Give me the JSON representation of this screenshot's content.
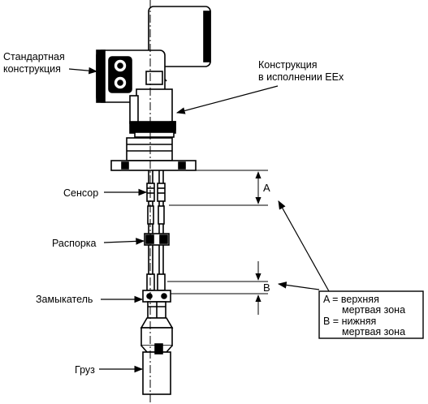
{
  "labels": {
    "standard_line1": "Стандартная",
    "standard_line2": "конструкция",
    "eex_line1": "Конструкция",
    "eex_line2": "в исполнении EEx",
    "sensor": "Сенсор",
    "spacer": "Распорка",
    "closer": "Замыкатель",
    "weight": "Груз"
  },
  "dimensions": {
    "a": "A",
    "b": "B"
  },
  "legend": {
    "a_line1": "A = верхняя",
    "a_line2": "мертвая зона",
    "b_line1": "B = нижняя",
    "b_line2": "мертвая зона"
  },
  "colors": {
    "ink": "#000000",
    "paper": "#ffffff",
    "shade": "#d9d9d9"
  }
}
